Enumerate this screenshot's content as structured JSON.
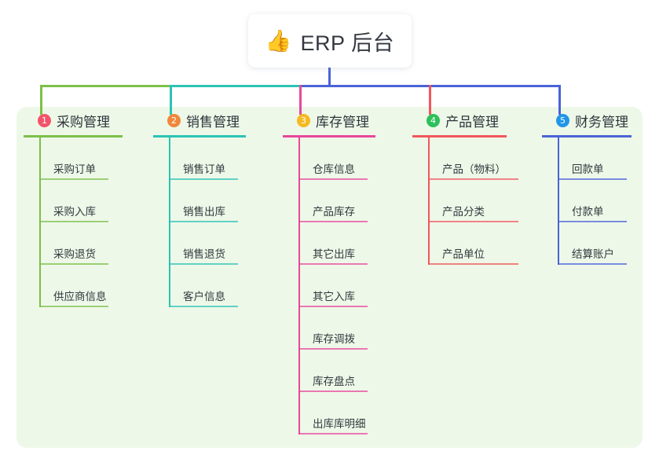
{
  "root": {
    "icon": "thumbs-up-icon",
    "emoji": "👍",
    "title": "ERP 后台"
  },
  "panel": {
    "background_color": "#eef8e8"
  },
  "branches": [
    {
      "number": "1",
      "title": "采购管理",
      "color": "#7cc04a",
      "badge_color": "#f2556b",
      "items": [
        {
          "label": "采购订单"
        },
        {
          "label": "采购入库"
        },
        {
          "label": "采购退货"
        },
        {
          "label": "供应商信息"
        }
      ]
    },
    {
      "number": "2",
      "title": "销售管理",
      "color": "#2bc4b4",
      "badge_color": "#f0883a",
      "items": [
        {
          "label": "销售订单"
        },
        {
          "label": "销售出库"
        },
        {
          "label": "销售退货"
        },
        {
          "label": "客户信息"
        }
      ]
    },
    {
      "number": "3",
      "title": "库存管理",
      "color": "#e8479b",
      "badge_color": "#f5b921",
      "items": [
        {
          "label": "仓库信息"
        },
        {
          "label": "产品库存"
        },
        {
          "label": "其它出库"
        },
        {
          "label": "其它入库"
        },
        {
          "label": "库存调拨"
        },
        {
          "label": "库存盘点"
        },
        {
          "label": "出库库明细"
        }
      ]
    },
    {
      "number": "4",
      "title": "产品管理",
      "color": "#f2565c",
      "badge_color": "#2dc05c",
      "items": [
        {
          "label": "产品（物料）"
        },
        {
          "label": "产品分类"
        },
        {
          "label": "产品单位"
        }
      ]
    },
    {
      "number": "5",
      "title": "财务管理",
      "color": "#4a63d8",
      "badge_color": "#2196e8",
      "items": [
        {
          "label": "回款单"
        },
        {
          "label": "付款单"
        },
        {
          "label": "结算账户"
        }
      ]
    }
  ],
  "connectors": {
    "stem_color": "#4a63d8",
    "bus_segments": [
      {
        "color": "#7cc04a"
      },
      {
        "color": "#2bc4b4"
      },
      {
        "color": "#4a63d8"
      },
      {
        "color": "#4a63d8"
      }
    ]
  }
}
